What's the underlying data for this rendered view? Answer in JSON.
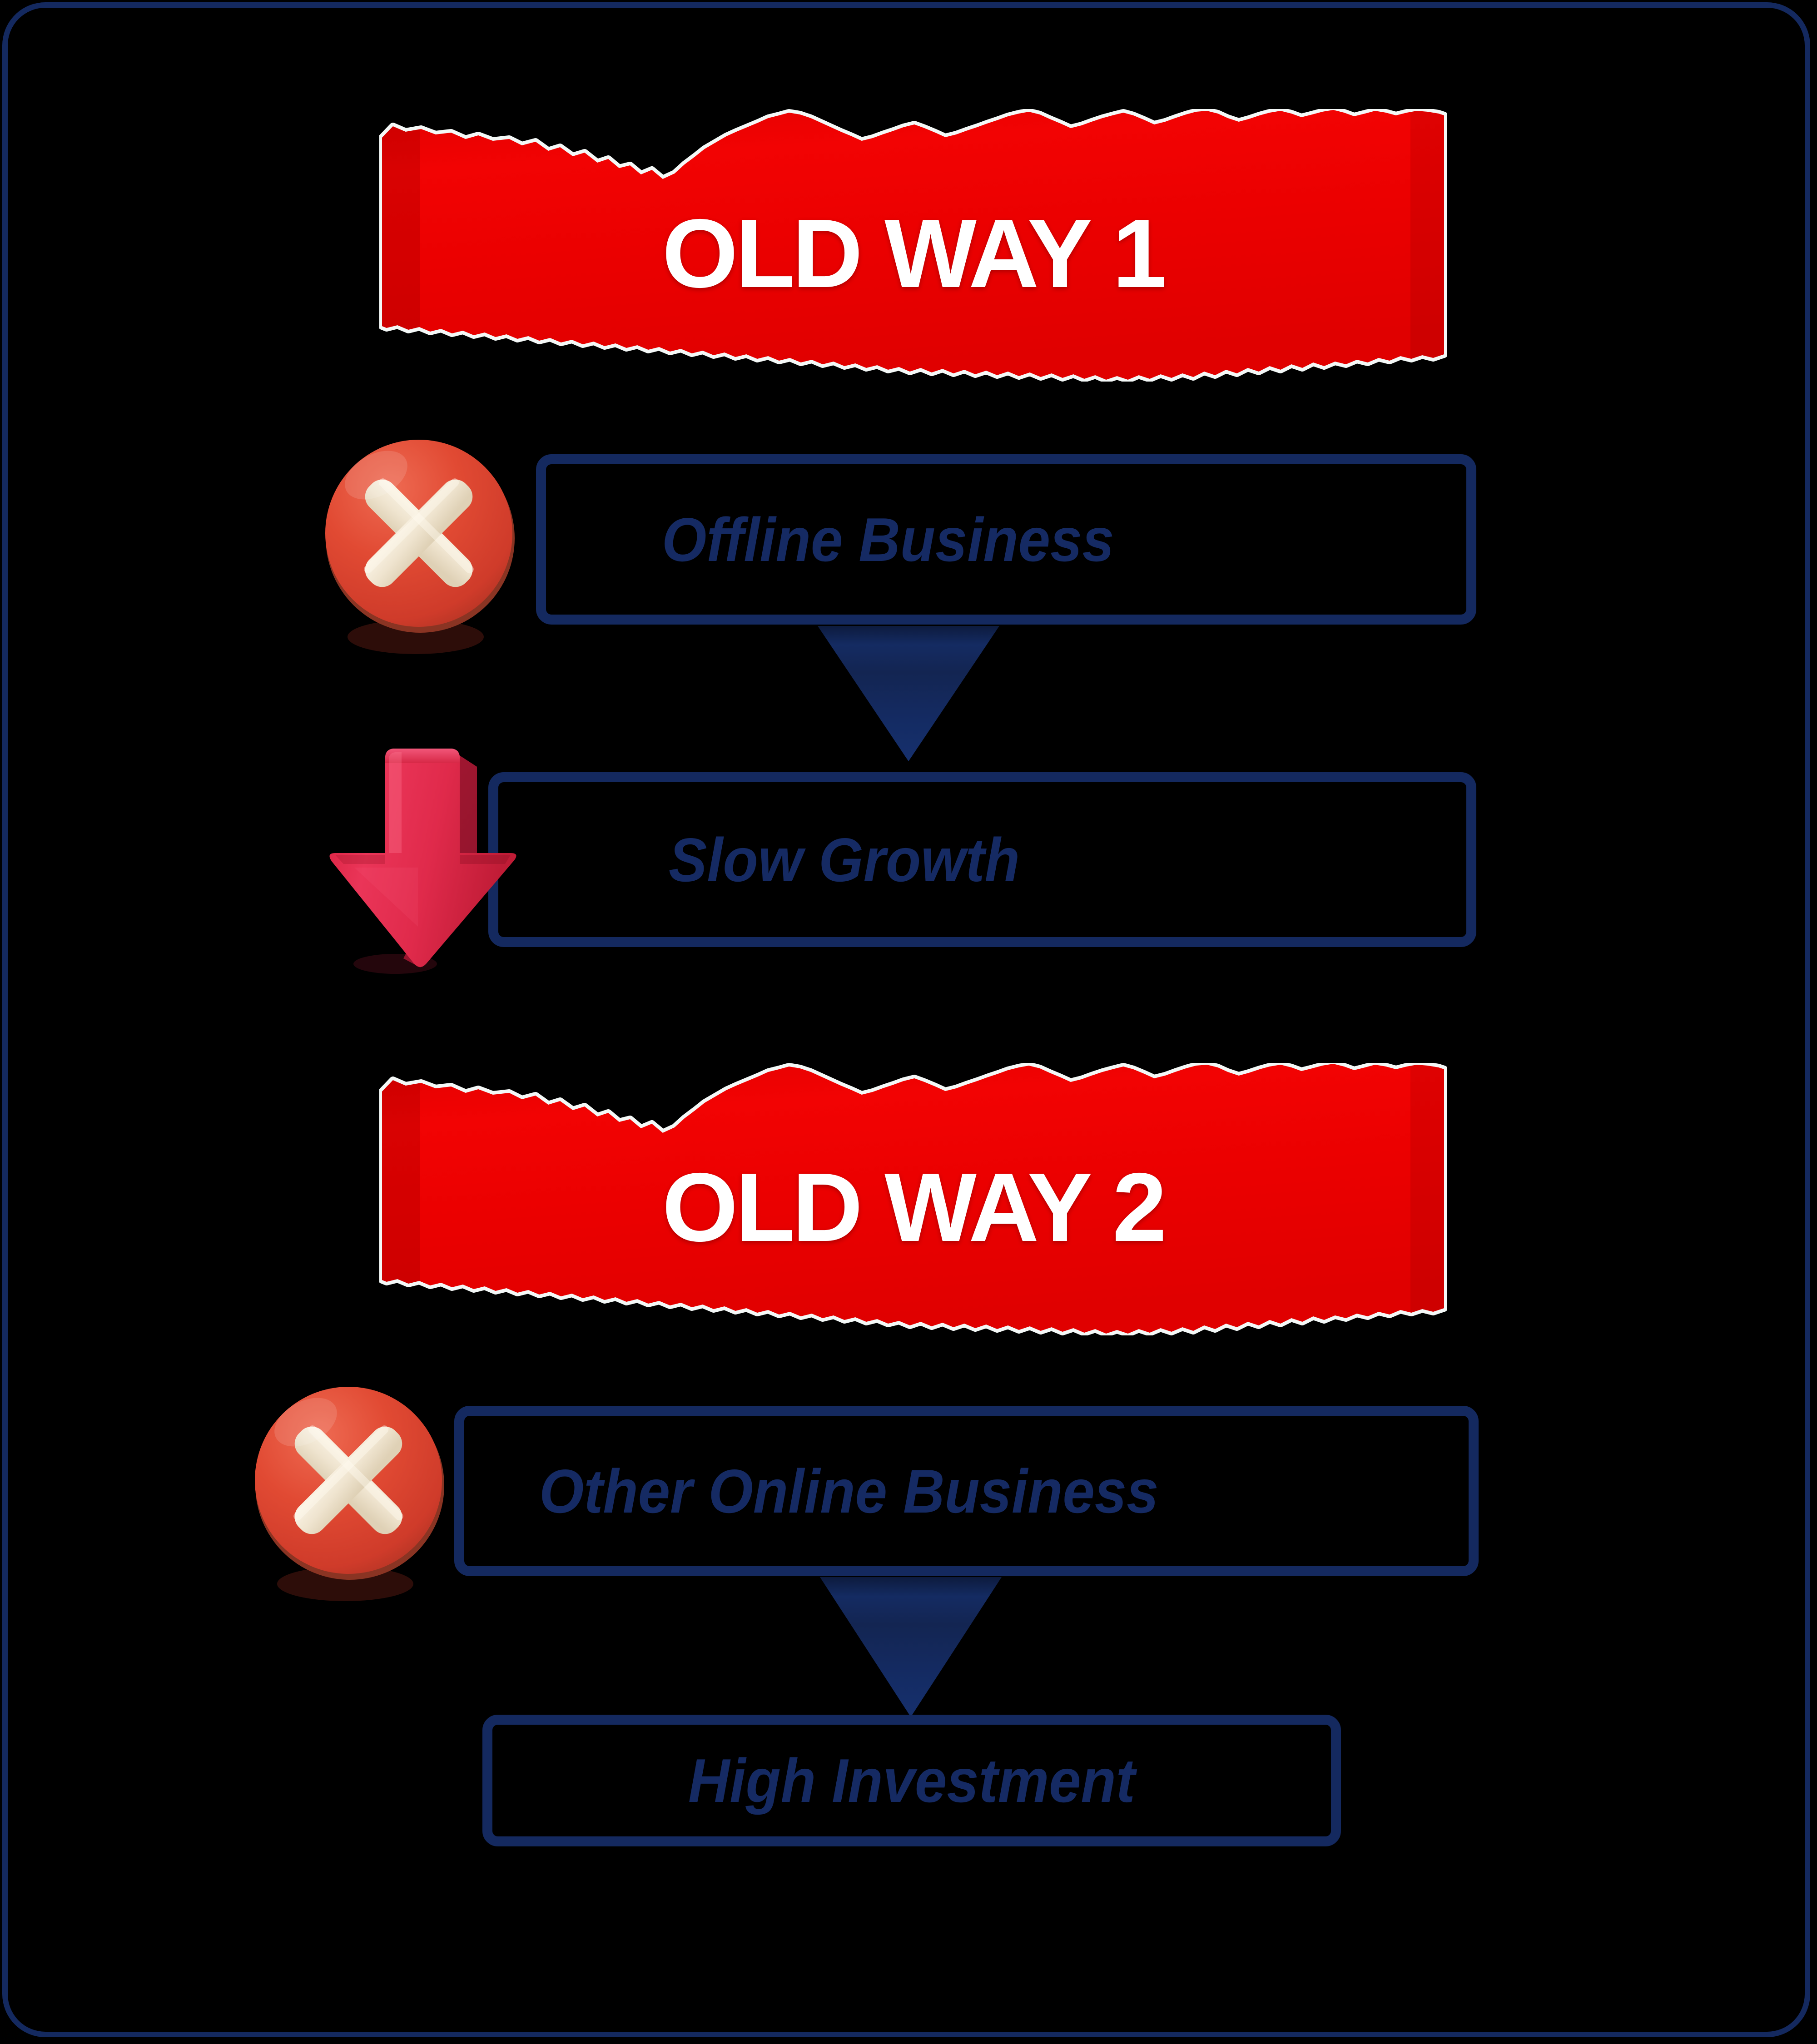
{
  "frame": {
    "background_color": "#000000",
    "border_color": "#14295F"
  },
  "palette": {
    "banner_red": "#EE0000",
    "banner_text": "#FFFFFF",
    "torn_edge": "#F2F6F4",
    "navy_border": "#14295F",
    "navy_text": "#152A63",
    "connector_navy": "#12275A",
    "x_circle_red": "#DB4230",
    "x_circle_shadow": "#8A3423",
    "x_mark_cream": "#EFE5D1",
    "arrow_red": "#E0294B",
    "arrow_red_dark": "#A81832"
  },
  "sections": [
    {
      "banner": {
        "label": "OLD WAY 1"
      },
      "rows": [
        {
          "label": "Offline Business",
          "icon": "x-circle-icon"
        },
        {
          "label": "Slow Growth",
          "icon": "down-arrow-3d-icon"
        }
      ],
      "connector": "down-triangle-icon"
    },
    {
      "banner": {
        "label": "OLD WAY 2"
      },
      "rows": [
        {
          "label": "Other Online Business",
          "icon": "x-circle-icon"
        },
        {
          "label": "High Investment",
          "icon": null
        }
      ],
      "connector": "down-triangle-icon"
    }
  ]
}
